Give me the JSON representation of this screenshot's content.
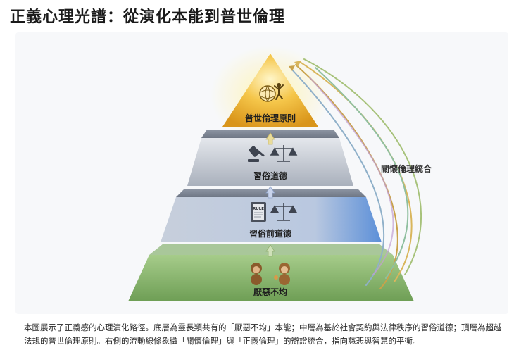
{
  "title": "正義心理光譜：從演化本能到普世倫理",
  "tiers": {
    "top": "普世倫理原則",
    "upper": "習俗道德",
    "middle": "習俗前道德",
    "bottom": "厭惡不均"
  },
  "side_label": "關懷倫理統合",
  "book_label": "RULE",
  "caption": "本圖展示了正義感的心理演化路徑。底層為靈長類共有的「厭惡不均」本能；中層為基於社會契約與法律秩序的習俗道德；頂層為超越法規的普世倫理原則。右側的流動線條象徵「關懷倫理」與「正義倫理」的辯證統合，指向慈悲與智慧的平衡。",
  "colors": {
    "gold": "#f2b523",
    "silver": "#c6cbd4",
    "blue": "#b3c4de",
    "green": "#8fb872",
    "arrow": "#e9dc9a"
  }
}
